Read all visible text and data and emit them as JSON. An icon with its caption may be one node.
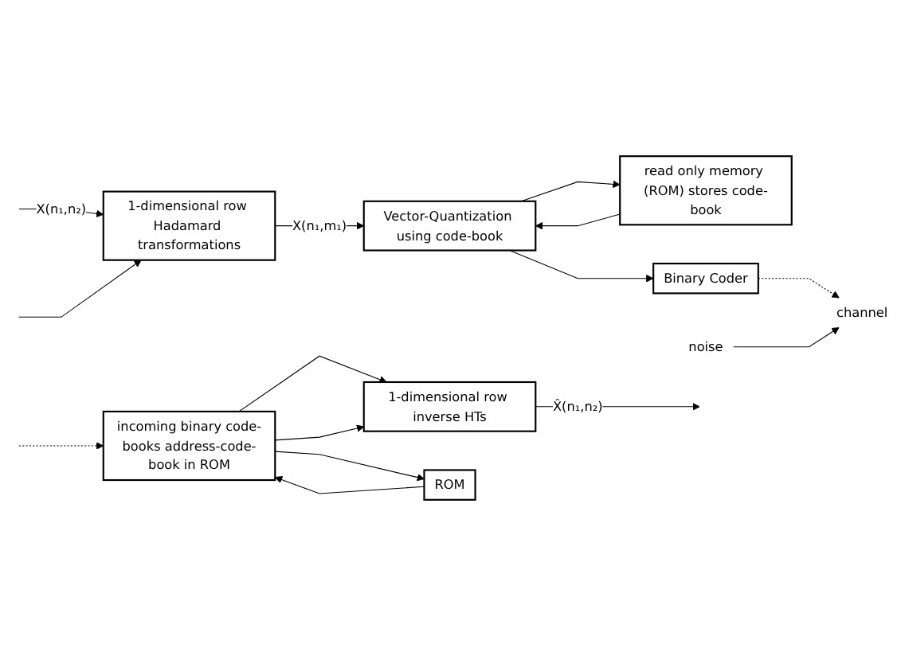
{
  "diagram": {
    "nodes": [
      {
        "text": [
          "read only memory (ROM) stores code-book"
        ]
      },
      {
        "text": [
          "noise"
        ]
      },
      {
        "text": [
          "1-dimensional row Hadamard transformations"
        ]
      },
      {
        "text": [
          "Vector-Quantization using code-book"
        ]
      },
      {
        "text": [
          "Binary Coder"
        ]
      },
      {
        "text": [
          "channel"
        ]
      },
      {
        "text": [
          "incoming binary code-books address-code-book in ROM"
        ]
      },
      {
        "text": [
          "1-dimensional row inverse HTs"
        ]
      },
      {
        "text": [
          "ROM"
        ]
      }
    ],
    "edges": [
      {
        "from": null,
        "to": 2,
        "arrow": "to",
        "label": "X(n₁,n₂)"
      },
      {
        "from": null,
        "to": 2,
        "arrow": "to"
      },
      {
        "from": 2,
        "to": 3,
        "arrow": "to",
        "label": "X(n₁,m₁)"
      },
      {
        "from": 3,
        "to": 0,
        "arrow": "to"
      },
      {
        "from": 0,
        "to": 3,
        "arrow": "to"
      },
      {
        "from": 3,
        "to": 4,
        "arrow": "to"
      },
      {
        "from": 4,
        "to": 5,
        "arrow": "to",
        "style": "dashed"
      },
      {
        "from": 1,
        "to": 5,
        "arrow": "to"
      },
      {
        "from": null,
        "to": 6,
        "arrow": "to",
        "style": "dashed"
      },
      {
        "from": 6,
        "to": 7,
        "arrow": "to"
      },
      {
        "from": 6,
        "to": 7,
        "arrow": "to"
      },
      {
        "from": 6,
        "to": 8,
        "arrow": "to"
      },
      {
        "from": 8,
        "to": 6,
        "arrow": "to"
      },
      {
        "from": 7,
        "to": null,
        "arrow": "to",
        "label": "X̂(n₁,n₂)"
      }
    ]
  }
}
